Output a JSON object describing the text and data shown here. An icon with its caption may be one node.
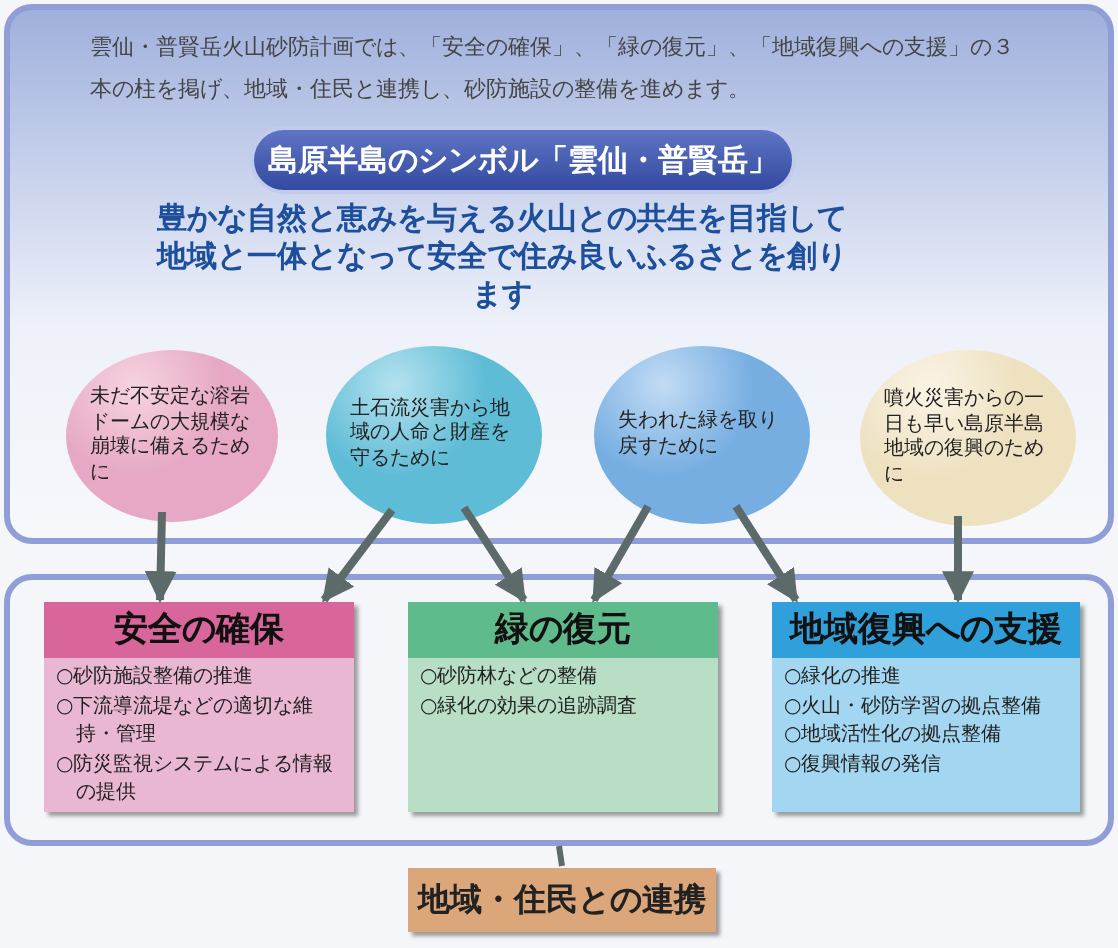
{
  "diagram": {
    "nodes": [
      {
        "text": [
          "雲仙・普賢岳火山砂防計画では、「安全の確保」、「緑の復元」、「地域復興への支援」の３本の柱を掲げ、地域・住民と連携し、砂防施設の整備を進めます。",
          "豊かな自然と恵みを与える火山との共生を目指して地域と一体となって安全で住み良いふるさとを創ります"
        ]
      },
      {
        "text": [
          "島原半島のシンボル「雲仙・普賢岳」"
        ],
        "in": 0
      },
      {
        "text": [
          "未だ不安定な溶岩ドームの大規模な崩壊に備えるために"
        ],
        "in": 0
      },
      {
        "text": [
          "土石流災害から地域の人命と財産を守るために"
        ],
        "in": 0
      },
      {
        "text": [
          "失われた緑を取り戻すために"
        ],
        "in": 0
      },
      {
        "text": [
          "噴火災害からの一日も早い島原半島地域の復興のために"
        ],
        "in": 0
      },
      {
        "text": [],
        "shape": "box"
      },
      {
        "text": [
          "安全の確保",
          "○砂防施設整備の推進",
          "○下流導流堤などの適切な維持・管理",
          "○防災監視システムによる情報の提供"
        ],
        "in": 6
      },
      {
        "text": [
          "緑の復元",
          "○砂防林などの整備",
          "○緑化の効果の追跡調査"
        ],
        "in": 6
      },
      {
        "text": [
          "地域復興への支援",
          "○緑化の推進",
          "○火山・砂防学習の拠点整備",
          "○地域活性化の拠点整備",
          "○復興情報の発信"
        ],
        "in": 6
      },
      {
        "text": [
          "地域・住民との連携"
        ]
      }
    ],
    "edges": [
      {
        "from": 2,
        "to": 7,
        "arrow": "to"
      },
      {
        "from": 3,
        "to": 7,
        "arrow": "to"
      },
      {
        "from": 3,
        "to": 8,
        "arrow": "to"
      },
      {
        "from": 4,
        "to": 8,
        "arrow": "to"
      },
      {
        "from": 4,
        "to": 9,
        "arrow": "to"
      },
      {
        "from": 5,
        "to": 9,
        "arrow": "to"
      },
      {
        "from": 6,
        "to": 10,
        "arrow": "none"
      }
    ]
  }
}
